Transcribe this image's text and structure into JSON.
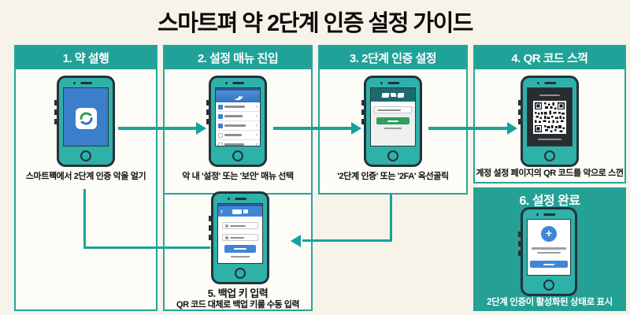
{
  "title": "스마트펴 약 2단계 인증 설정 가이드",
  "steps": [
    {
      "header": "1. 약 설행",
      "caption": "스마트꽥에서 2단계 인증 악을 얼기",
      "phone": "app-launch-screen"
    },
    {
      "header": "2. 설정 매뉴 진입",
      "caption": "악 내 '설정' 또는 '보안' 매뉴 선택",
      "phone": "settings-menu-screen"
    },
    {
      "header": "3. 2단계 인증 설정",
      "caption": "'2단계 인증' 또는 '2FA' 옥선골릭",
      "phone": "two-factor-form-screen"
    },
    {
      "header": "4. QR 코드 스꺽",
      "caption": "계정 설정 페이지의 QR 코드를 악으로 스껀",
      "phone": "qr-scan-screen"
    },
    {
      "header": "5. 백업 키 입력",
      "caption": "QR 코드 대체로 백업 키룰 수동 입력",
      "phone": "backup-key-screen"
    },
    {
      "header": "6. 설정 완료",
      "caption": "2단계 인증이 활성화된 상태로 표시",
      "phone": "setup-complete-screen"
    }
  ],
  "icons": {
    "sync_app_icon": "circular sync arrows (green/blue)",
    "bird_logo_icon": "white bird app logo",
    "qr_code": "QR code block",
    "plus_icon": "+",
    "back_icon": "‹",
    "chevron_right_icon": "›",
    "home_button": "circle",
    "user_icon": "dot",
    "lock_icon": "square"
  },
  "colors": {
    "background": "#f7f3e8",
    "teal": "#21a299",
    "phone_body": "#2eb1a9",
    "screen_blue": "#3a7ecc",
    "header_blue": "#3f87d6",
    "button_green": "#2f9e5f",
    "dark_screen": "#282d31",
    "step6_box": "#24a095"
  }
}
